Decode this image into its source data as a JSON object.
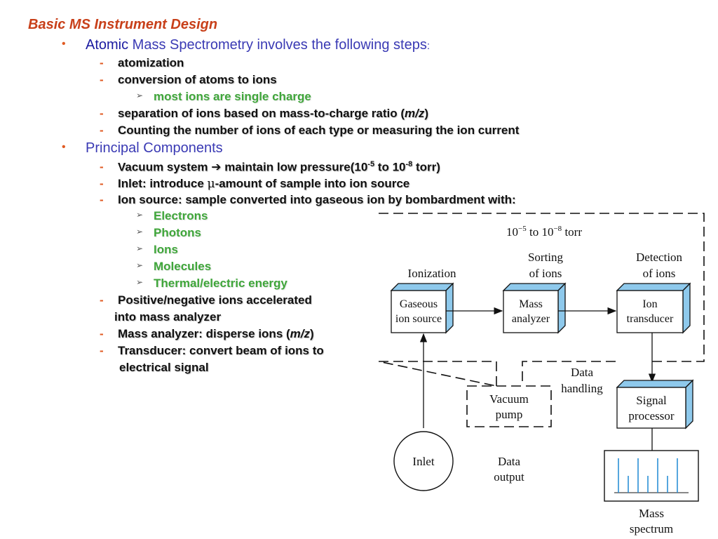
{
  "title": "Basic MS Instrument Design",
  "bullet1": {
    "word1": "Atomic",
    "rest": " Mass Spectrometry involves the following steps",
    "colon": ":",
    "items": [
      "atomization",
      "conversion of atoms to ions",
      "separation of ions based on mass-to-charge ratio (",
      "Counting the number of ions of each type or measuring the ion current"
    ],
    "mz": "m/z",
    "close_paren": ")",
    "sub_item": "most ions are single charge"
  },
  "bullet2": {
    "label": "Principal Components",
    "vacuum": {
      "prefix": "Vacuum system ",
      "arrow": "➔",
      "text": " maintain low pressure(10",
      "exp1": "-5",
      "mid": " to 10",
      "exp2": "-8",
      "end": " torr)"
    },
    "inlet": {
      "prefix": "Inlet: introduce ",
      "mu": "μ",
      "rest": "-amount of sample into ion source"
    },
    "ion_source": "Ion source: sample converted into gaseous ion by bombardment with:",
    "bombardment": [
      "Electrons",
      "Photons",
      "Ions",
      "Molecules",
      "Thermal/electric energy"
    ],
    "accel_line1": "Positive/negative ions accelerated",
    "accel_line2": "into mass analyzer",
    "analyzer_prefix": "Mass analyzer: disperse ions (",
    "analyzer_mz": "m/z",
    "analyzer_suffix": ")",
    "transducer_line1": "Transducer: convert beam of ions to",
    "transducer_line2": "electrical signal"
  },
  "diagram": {
    "pressure_label": "10",
    "exp1": "−5",
    "mid": " to 10",
    "exp2": "−8",
    "unit": " torr",
    "ionization": "Ionization",
    "sorting_1": "Sorting",
    "sorting_2": "of ions",
    "detection_1": "Detection",
    "detection_2": "of ions",
    "gaseous_1": "Gaseous",
    "gaseous_2": "ion source",
    "mass_1": "Mass",
    "mass_2": "analyzer",
    "ion_1": "Ion",
    "ion_2": "transducer",
    "data_1": "Data",
    "data_2": "handling",
    "vacuum_1": "Vacuum",
    "vacuum_2": "pump",
    "signal_1": "Signal",
    "signal_2": "processor",
    "inlet": "Inlet",
    "output_1": "Data",
    "output_2": "output",
    "spectrum_1": "Mass",
    "spectrum_2": "spectrum",
    "box_side_color": "#8ec9ec"
  }
}
